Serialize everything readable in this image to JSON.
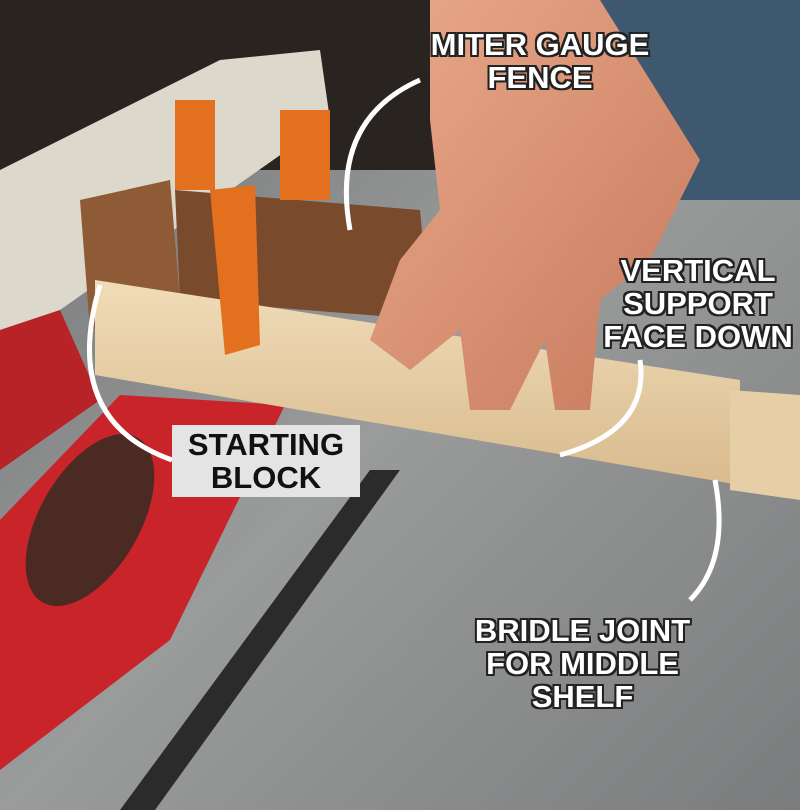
{
  "labels": {
    "miter_gauge_fence": [
      "MITER GAUGE",
      "FENCE"
    ],
    "vertical_support": [
      "VERTICAL",
      "SUPPORT",
      "FACE DOWN"
    ],
    "starting_block": [
      "STARTING",
      "BLOCK"
    ],
    "bridle_joint": [
      "BRIDLE JOINT",
      "FOR MIDDLE",
      "SHELF"
    ]
  },
  "colors": {
    "saw_plate": "#c8242a",
    "clamp": "#e2701f",
    "wood": "#e7cfa8",
    "table": "#8a8c8d"
  }
}
